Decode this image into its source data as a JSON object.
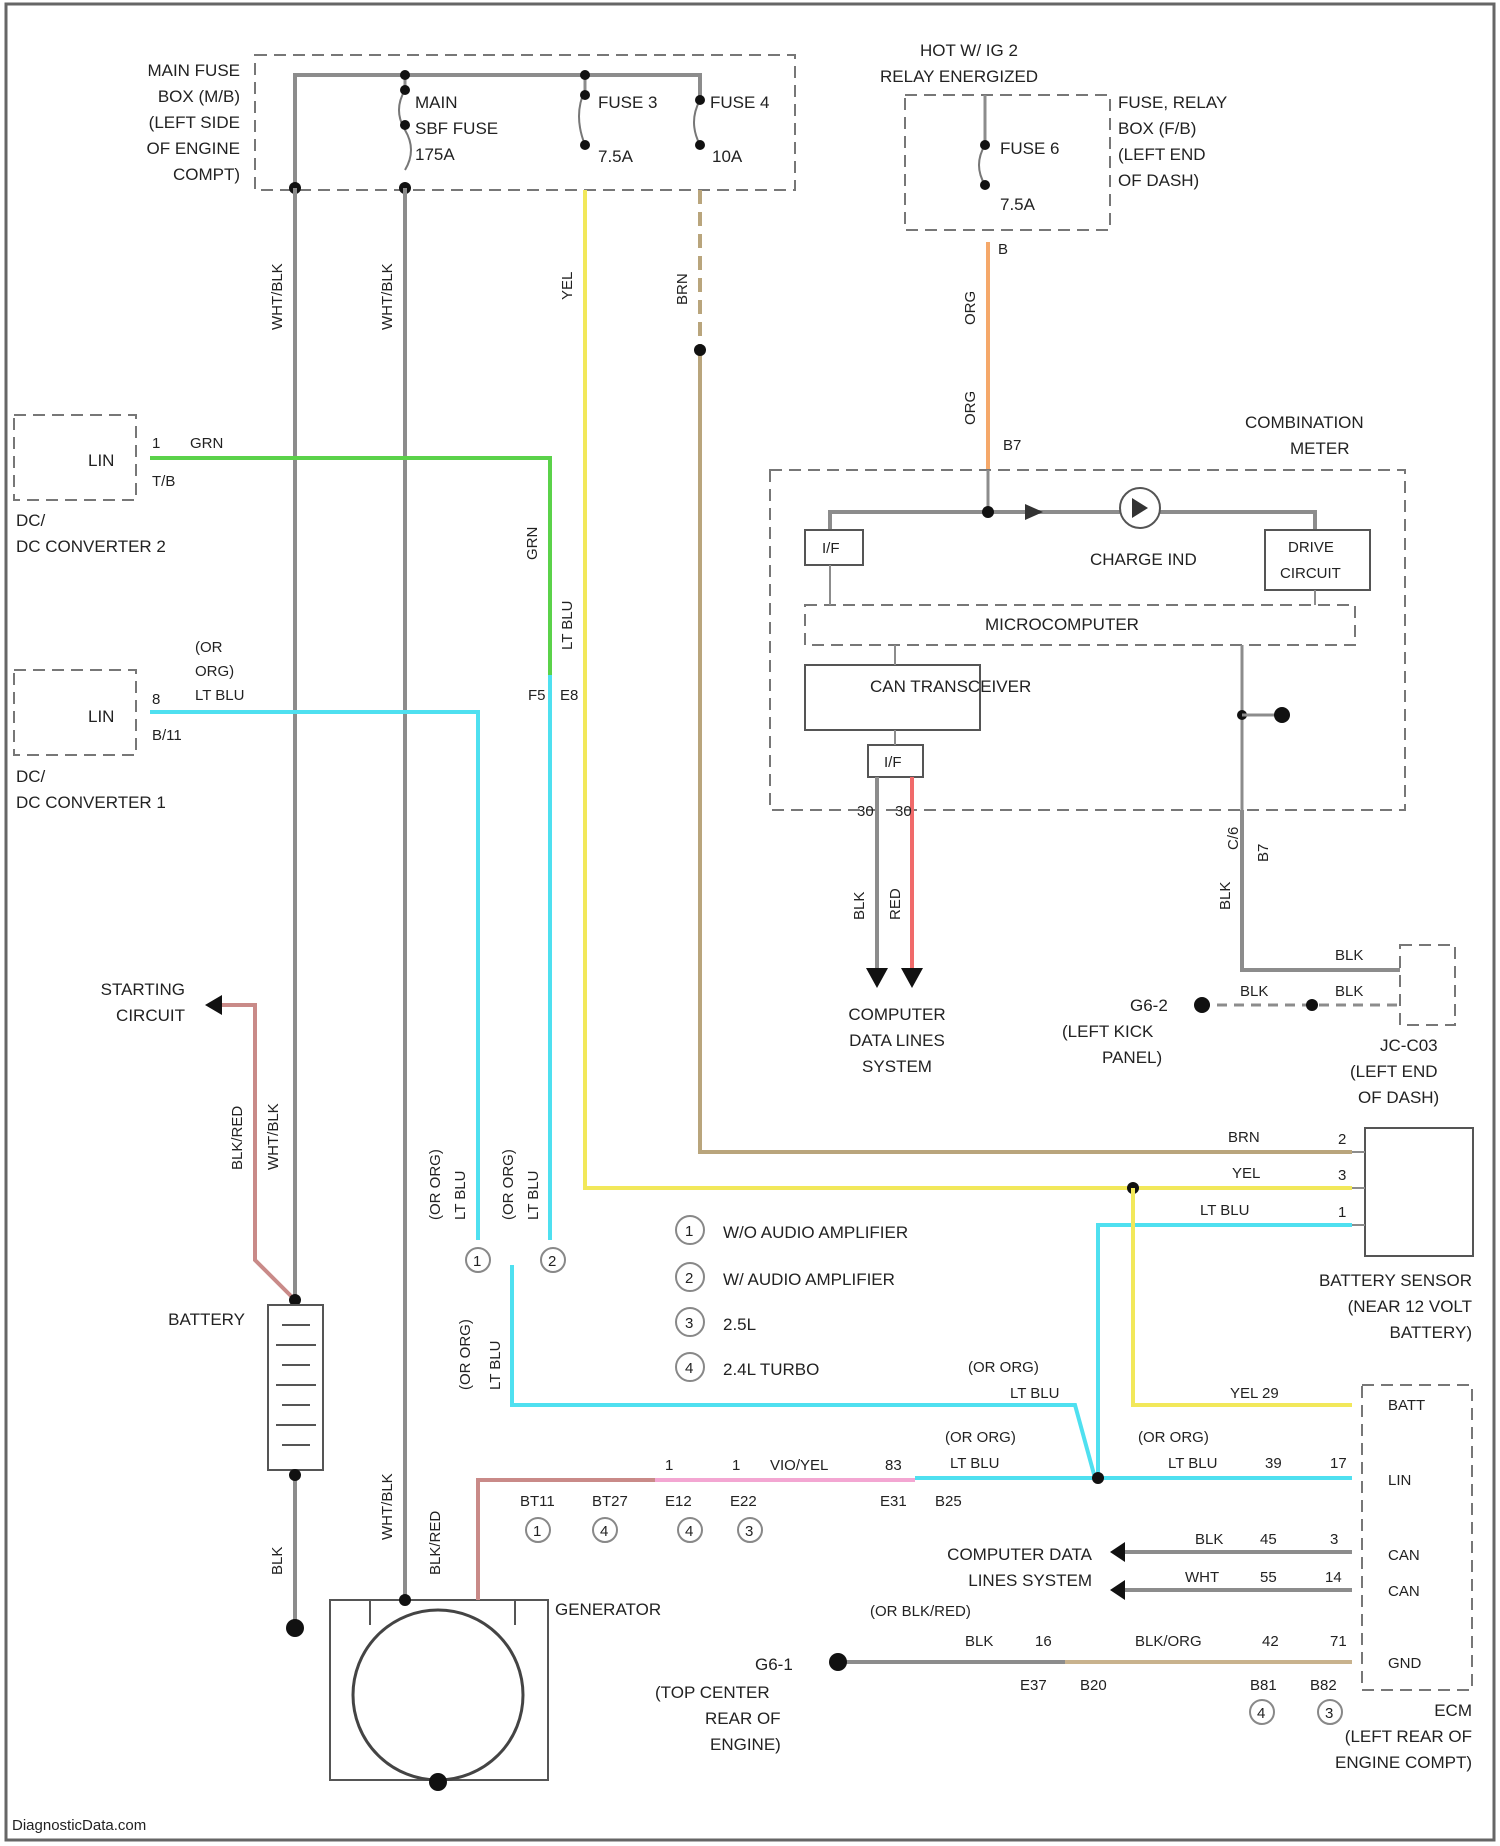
{
  "colors": {
    "yellow": "#f2e85a",
    "cyan": "#4fe0f0",
    "green": "#5bd24a",
    "orange": "#f5a86a",
    "tan": "#b9a57c",
    "gray": "#8c8c8c",
    "red": "#f06a6a",
    "pink": "#f3a6d2",
    "brownred": "#c98a88"
  },
  "main_fuse_box": [
    "MAIN FUSE",
    "BOX (M/B)",
    "(LEFT SIDE",
    "OF ENGINE",
    "COMPT)"
  ],
  "main_fuse": [
    "MAIN",
    "SBF FUSE",
    "175A"
  ],
  "fuse3": [
    "FUSE 3",
    "7.5A"
  ],
  "fuse4": [
    "FUSE 4",
    "10A"
  ],
  "hot_label": [
    "HOT W/ IG 2",
    "RELAY ENERGIZED"
  ],
  "fuse6": [
    "FUSE 6",
    "7.5A"
  ],
  "relay_box": [
    "FUSE, RELAY",
    "BOX (F/B)",
    "(LEFT END",
    "OF DASH)"
  ],
  "combination_meter": [
    "COMBINATION",
    "METER"
  ],
  "meter_parts": {
    "if_left": "I/F",
    "charge_ind": "CHARGE IND",
    "drive_circuit": [
      "DRIVE",
      "CIRCUIT"
    ],
    "microcomputer": "MICROCOMPUTER",
    "can_transceiver": "CAN TRANSCEIVER",
    "if_bottom": "I/F"
  },
  "dc_converter_2": [
    "DC/",
    "DC CONVERTER 2"
  ],
  "dc_converter_1": [
    "DC/",
    "DC CONVERTER 1"
  ],
  "lin": "LIN",
  "starting_circuit": [
    "STARTING",
    "CIRCUIT"
  ],
  "battery": "BATTERY",
  "generator": "GENERATOR",
  "computer_data_lines_1": [
    "COMPUTER",
    "DATA LINES",
    "SYSTEM"
  ],
  "ground_g6": [
    "G6-2",
    "(LEFT KICK",
    "PANEL)"
  ],
  "jc": [
    "JC-C03",
    "(LEFT END",
    "OF DASH)"
  ],
  "battery_sensor": [
    "BATTERY SENSOR",
    "(NEAR 12 VOLT",
    "BATTERY)"
  ],
  "legend": [
    {
      "num": "1",
      "text": "W/O AUDIO AMPLIFIER"
    },
    {
      "num": "2",
      "text": "W/ AUDIO AMPLIFIER"
    },
    {
      "num": "3",
      "text": "2.5L"
    },
    {
      "num": "4",
      "text": "2.4L TURBO"
    }
  ],
  "ecm": [
    "ECM",
    "(LEFT REAR OF",
    "ENGINE COMPT)"
  ],
  "ecm_pins": [
    "BATT",
    "LIN",
    "CAN",
    "CAN",
    "GND"
  ],
  "computer_data_lines_2": [
    "COMPUTER DATA",
    "LINES SYSTEM"
  ],
  "ground_g1": [
    "G6-1",
    "(TOP CENTER",
    "REAR OF",
    "ENGINE)"
  ],
  "wire_labels": {
    "wht_blk": "WHT/BLK",
    "yel": "YEL",
    "brn": "BRN",
    "org": "ORG",
    "grn": "GRN",
    "or_org": "(OR",
    "or_org2": "ORG)",
    "lt_blu": "LT BLU",
    "blk_red": "BLK/RED",
    "blk": "BLK",
    "red": "RED",
    "wht": "WHT",
    "vio_yel": "VIO/YEL",
    "or_org_ltblu": "(OR ORG)",
    "or_blk_red": "(OR BLK/RED)",
    "blk_org": "BLK/ORG"
  },
  "connectors": {
    "dc2_pin": "1",
    "dc2_id": "T/B",
    "dc1_pin": "8",
    "dc1_id": "B/11",
    "meter_in": "B",
    "meter_in2": "B7",
    "meter_c1": "30",
    "meter_c2": "30",
    "meter_gnd": "C/6",
    "meter_gnd2": "B7",
    "batt_sensor_pins": [
      "2",
      "3",
      "1"
    ],
    "ecm_nums": [
      "29",
      "39",
      "17",
      "45",
      "3",
      "55",
      "14",
      "42",
      "71"
    ],
    "gen_pins": [
      "1",
      "1",
      "83"
    ],
    "gen_ids": [
      "BT11",
      "BT27",
      "E12",
      "E22",
      "E31",
      "B25"
    ],
    "gnd_ids": [
      "16",
      "E37",
      "B20",
      "B81",
      "B82"
    ],
    "splice_ids": [
      "F5",
      "E8",
      "F5",
      "E8"
    ]
  },
  "watermark": "DiagnosticData.com"
}
